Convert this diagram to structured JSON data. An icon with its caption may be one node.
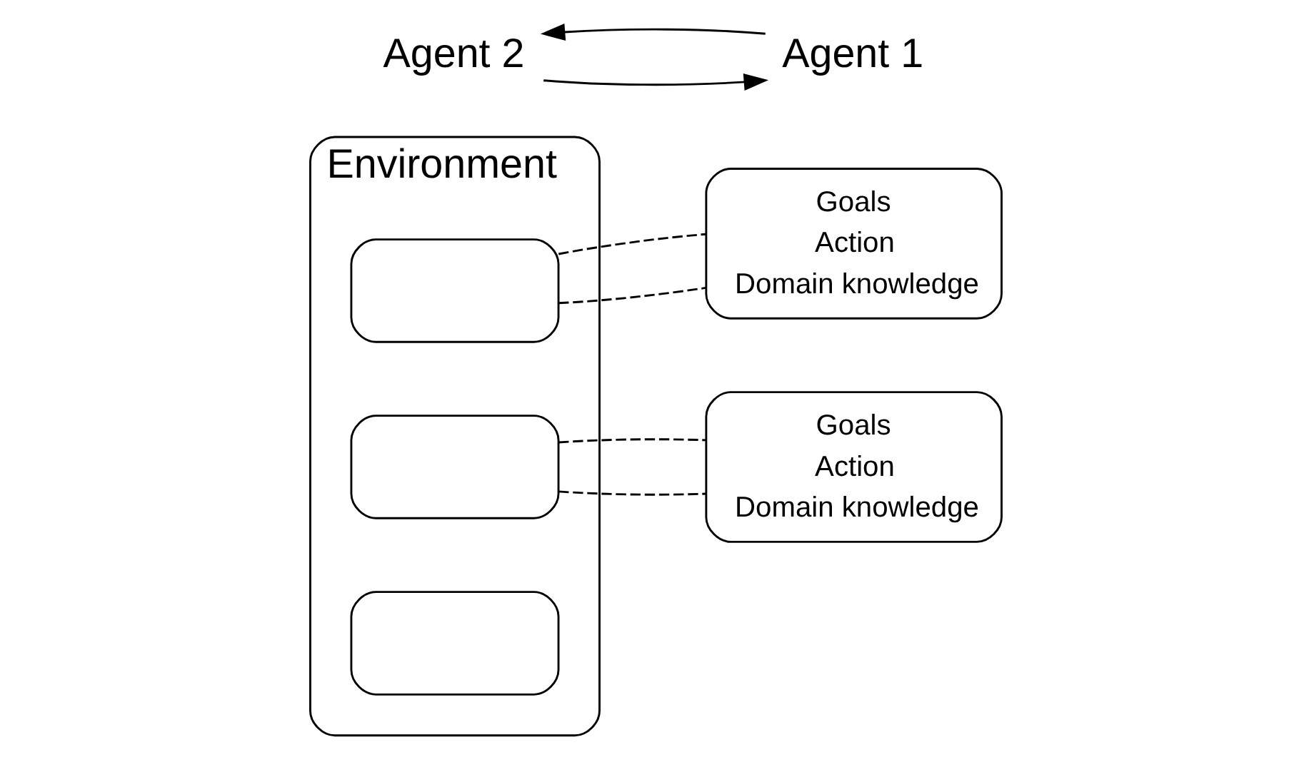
{
  "diagram": {
    "nodes": [
      {
        "text": [
          "Environment"
        ]
      },
      {
        "text": [],
        "shape": "box",
        "in": 0
      },
      {
        "text": [],
        "shape": "box",
        "in": 0
      },
      {
        "text": [],
        "shape": "box",
        "in": 0
      },
      {
        "text": [
          "Goals",
          "Action",
          "Domain knowledge"
        ]
      },
      {
        "text": [
          "Agent 2"
        ]
      },
      {
        "text": [
          "Goals",
          "Action",
          "Domain knowledge"
        ]
      },
      {
        "text": [
          "Agent 1"
        ]
      }
    ],
    "edges": [
      {
        "from": 1,
        "to": 4,
        "arrow": "none",
        "style": "dashed"
      },
      {
        "from": 1,
        "to": 4,
        "arrow": "none",
        "style": "dashed"
      },
      {
        "from": 2,
        "to": 6,
        "arrow": "none",
        "style": "dashed"
      },
      {
        "from": 2,
        "to": 6,
        "arrow": "none",
        "style": "dashed"
      },
      {
        "from": 7,
        "to": 5,
        "arrow": "to"
      },
      {
        "from": 5,
        "to": 7,
        "arrow": "to"
      }
    ]
  }
}
